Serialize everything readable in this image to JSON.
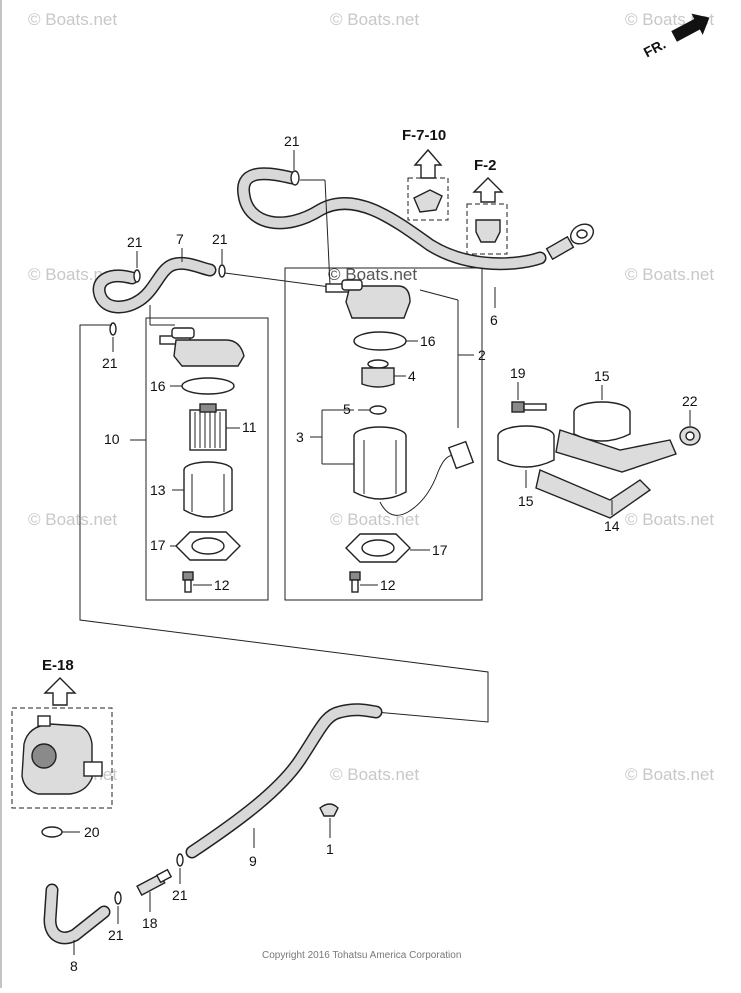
{
  "diagram": {
    "direction_label": "FR.",
    "watermark": "© Boats.net",
    "copyright": "Copyright 2016 Tohatsu America Corporation",
    "refs": {
      "f710": "F-7-10",
      "f2": "F-2",
      "e18": "E-18"
    },
    "callouts": {
      "p1": "1",
      "p2": "2",
      "p3": "3",
      "p4": "4",
      "p5": "5",
      "p6": "6",
      "p7": "7",
      "p8": "8",
      "p9": "9",
      "p10": "10",
      "p11": "11",
      "p12a": "12",
      "p12b": "12",
      "p13": "13",
      "p14": "14",
      "p15a": "15",
      "p15b": "15",
      "p16a": "16",
      "p16b": "16",
      "p17a": "17",
      "p17b": "17",
      "p18": "18",
      "p19": "19",
      "p20": "20",
      "p21a": "21",
      "p21b": "21",
      "p21c": "21",
      "p21d": "21",
      "p21e": "21",
      "p21f": "21",
      "p22": "22"
    }
  }
}
